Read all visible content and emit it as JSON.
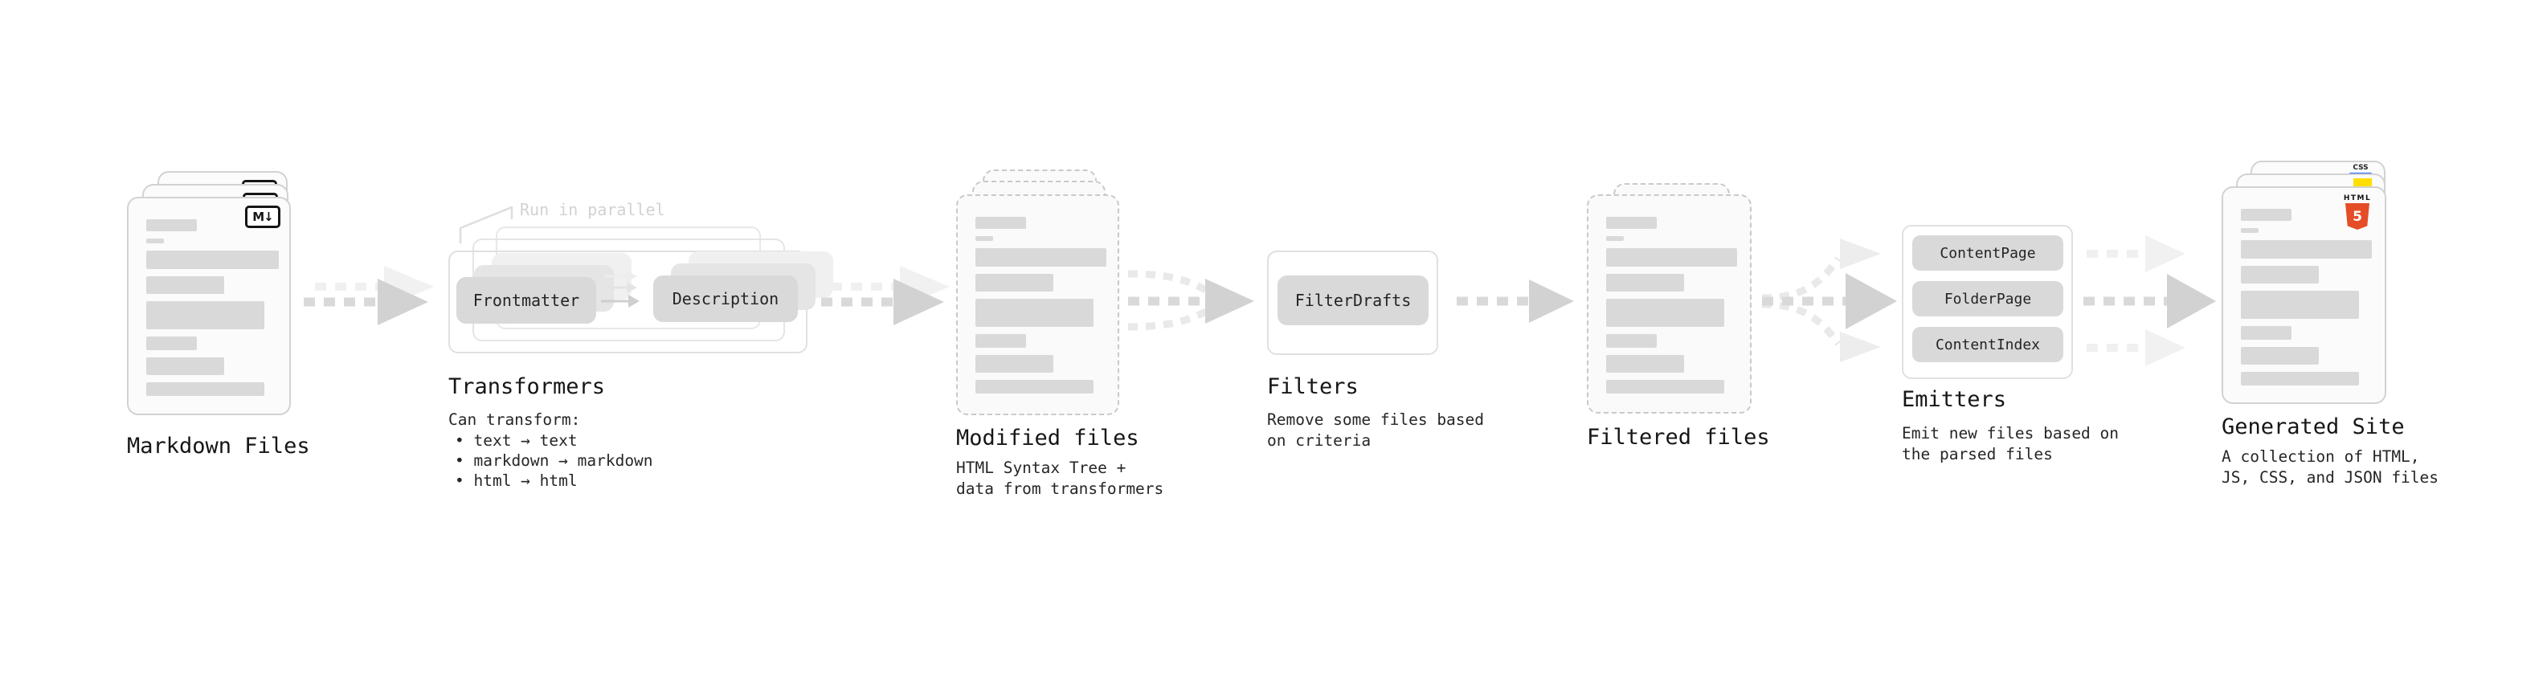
{
  "stages": {
    "markdown_files": {
      "label": "Markdown Files",
      "badge": "M↓"
    },
    "transformers": {
      "label": "Transformers",
      "annotation": "Run in parallel",
      "pill_frontmatter": "Frontmatter",
      "pill_description": "Description",
      "desc_title": "Can transform:",
      "bullets": [
        "• text → text",
        "• markdown → markdown",
        "• html → html"
      ]
    },
    "modified_files": {
      "label": "Modified files",
      "description": "HTML Syntax Tree +\ndata from transformers"
    },
    "filters": {
      "label": "Filters",
      "pill": "FilterDrafts",
      "description": "Remove some files based\non criteria"
    },
    "filtered_files": {
      "label": "Filtered files"
    },
    "emitters": {
      "label": "Emitters",
      "pills": [
        "ContentPage",
        "FolderPage",
        "ContentIndex"
      ],
      "description": "Emit new files based on\nthe parsed files"
    },
    "generated_site": {
      "label": "Generated Site",
      "description": "A collection of HTML,\nJS, CSS, and JSON files",
      "badges": {
        "css": "CSS",
        "html_label": "HTML",
        "html_number": "5"
      }
    }
  },
  "colors": {
    "html5_orange": "#e44d26",
    "js_yellow": "#ffdf00",
    "css_blue": "#2861ff",
    "pill_gray": "#d9d9d9",
    "arrow_gray": "#d9d9d9"
  }
}
